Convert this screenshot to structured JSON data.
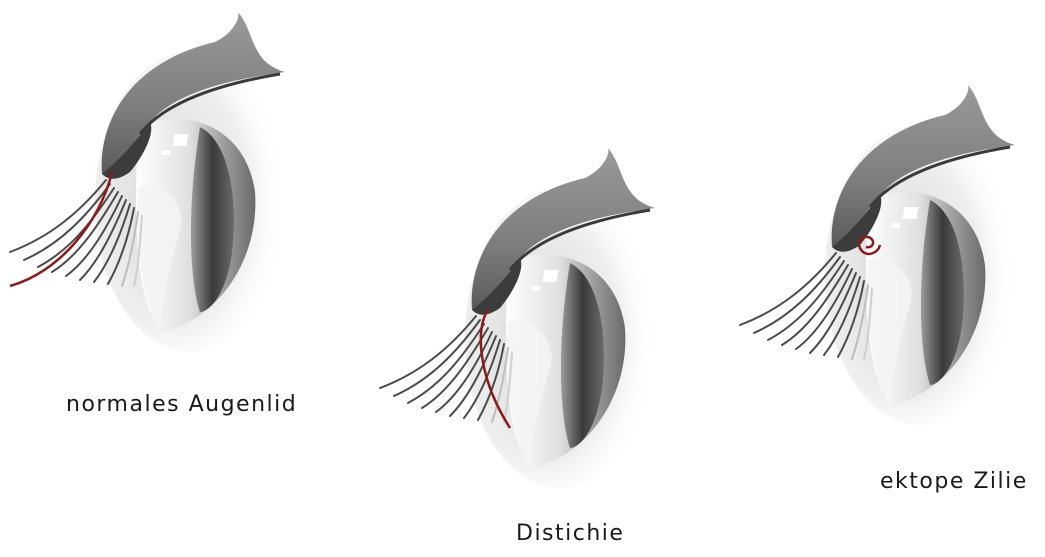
{
  "panels": [
    {
      "id": "normal",
      "caption": "normales Augenlid"
    },
    {
      "id": "distichie",
      "caption": "Distichie"
    },
    {
      "id": "ektope",
      "caption": "ektope Zilie"
    }
  ],
  "colors": {
    "lid": "#8c8c8c",
    "lid_dark": "#4a4a4a",
    "skin_shadow": "#e6e6e6",
    "lash": "#555555",
    "abnormal_lash": "#8b1a1a"
  }
}
